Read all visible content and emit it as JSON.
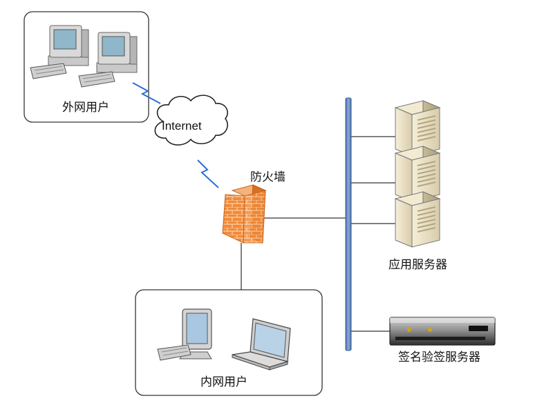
{
  "labels": {
    "external_users": "外网用户",
    "internet": "Internet",
    "firewall": "防火墙",
    "app_servers": "应用服务器",
    "internal_users": "内网用户",
    "signature_server": "签名验签服务器"
  },
  "colors": {
    "bus": "#6d8cc0",
    "firewall": "#ef8f3d",
    "link": "#2b6cd4",
    "line": "#555555",
    "server": "#e9e0c9"
  },
  "icons": [
    "desktop-pc-icon",
    "keyboard-icon",
    "cloud-icon",
    "firewall-icon",
    "tower-server-icon",
    "rack-server-icon",
    "monitor-icon",
    "laptop-icon",
    "wireless-link-icon"
  ]
}
